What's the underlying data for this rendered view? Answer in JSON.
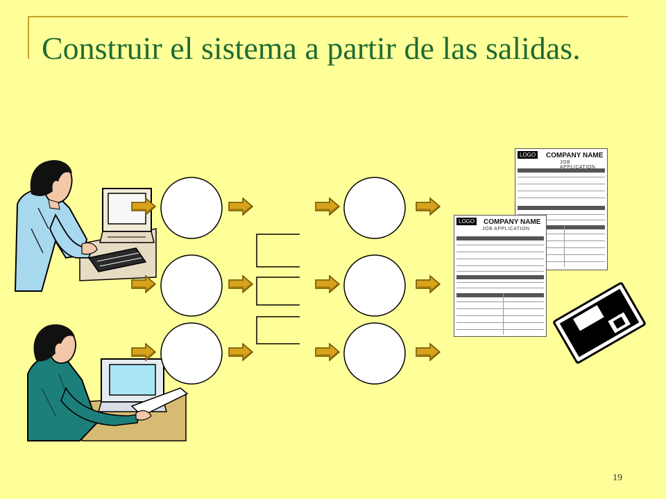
{
  "slide": {
    "title": "Construir el sistema a partir de las salidas.",
    "page_number": "19",
    "colors": {
      "background": "#ffff99",
      "title": "#1f6b35",
      "rule": "#c8a020",
      "arrow_fill": "#d7a21c",
      "arrow_stroke": "#6b5000"
    }
  },
  "forms": [
    {
      "logo": "LOGO",
      "company_name": "COMPANY NAME",
      "subtitle": "JOB APPLICATION"
    },
    {
      "logo": "LOGO",
      "company_name": "COMPANY NAME",
      "subtitle": "JOB APPLICATION"
    }
  ],
  "icons": [
    "man-at-computer-icon",
    "woman-with-document-icon",
    "floppy-disk-icon"
  ]
}
